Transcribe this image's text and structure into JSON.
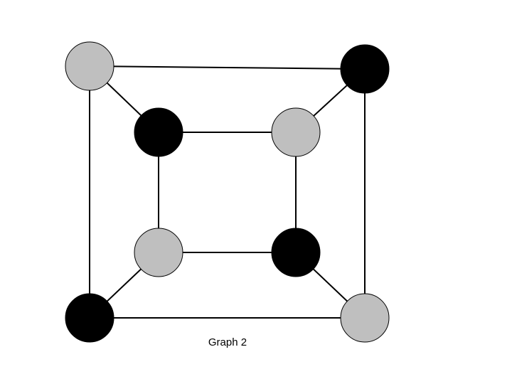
{
  "caption": "Graph 2",
  "colors": {
    "black": "#000000",
    "gray": "#bfbfbf",
    "edge": "#000000"
  },
  "graph": {
    "nodes": [
      {
        "id": "outer-top-left",
        "color": "gray"
      },
      {
        "id": "outer-top-right",
        "color": "black"
      },
      {
        "id": "outer-bottom-left",
        "color": "black"
      },
      {
        "id": "outer-bottom-right",
        "color": "gray"
      },
      {
        "id": "inner-top-left",
        "color": "black"
      },
      {
        "id": "inner-top-right",
        "color": "gray"
      },
      {
        "id": "inner-bottom-left",
        "color": "gray"
      },
      {
        "id": "inner-bottom-right",
        "color": "black"
      }
    ],
    "edges": [
      [
        "outer-top-left",
        "outer-top-right"
      ],
      [
        "outer-top-right",
        "outer-bottom-right"
      ],
      [
        "outer-bottom-right",
        "outer-bottom-left"
      ],
      [
        "outer-bottom-left",
        "outer-top-left"
      ],
      [
        "inner-top-left",
        "inner-top-right"
      ],
      [
        "inner-top-right",
        "inner-bottom-right"
      ],
      [
        "inner-bottom-right",
        "inner-bottom-left"
      ],
      [
        "inner-bottom-left",
        "inner-top-left"
      ],
      [
        "outer-top-left",
        "inner-top-left"
      ],
      [
        "outer-top-right",
        "inner-top-right"
      ],
      [
        "outer-bottom-left",
        "inner-bottom-left"
      ],
      [
        "outer-bottom-right",
        "inner-bottom-right"
      ]
    ]
  }
}
